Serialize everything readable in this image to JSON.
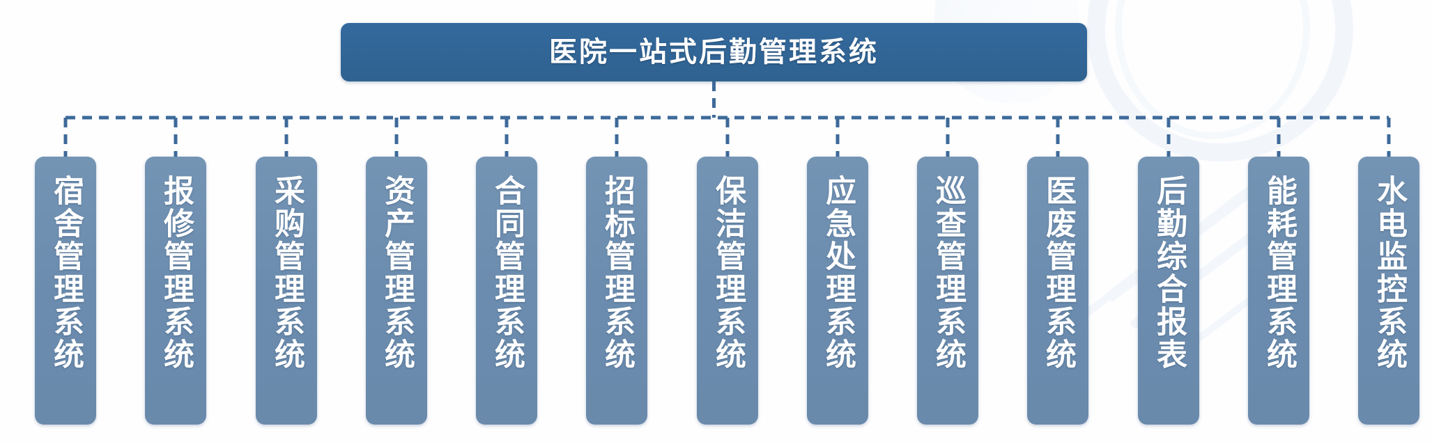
{
  "diagram": {
    "type": "org-chart",
    "orientation": "top-down",
    "root": {
      "label": "医院一站式后勤管理系统",
      "color": "#31669a"
    },
    "connector": {
      "style": "dashed",
      "color": "#3d6a99",
      "label": "dashed-bus-connector"
    },
    "node_style": {
      "fill": "#6b8cae",
      "text_color": "#ffffff",
      "corner_radius": "13px",
      "text_direction": "vertical"
    },
    "children": [
      {
        "label": "宿舍管理系统"
      },
      {
        "label": "报修管理系统"
      },
      {
        "label": "采购管理系统"
      },
      {
        "label": "资产管理系统"
      },
      {
        "label": "合同管理系统"
      },
      {
        "label": "招标管理系统"
      },
      {
        "label": "保洁管理系统"
      },
      {
        "label": "应急处理系统"
      },
      {
        "label": "巡查管理系统"
      },
      {
        "label": "医废管理系统"
      },
      {
        "label": "后勤综合报表"
      },
      {
        "label": "能耗管理系统"
      },
      {
        "label": "水电监控系统"
      }
    ]
  }
}
